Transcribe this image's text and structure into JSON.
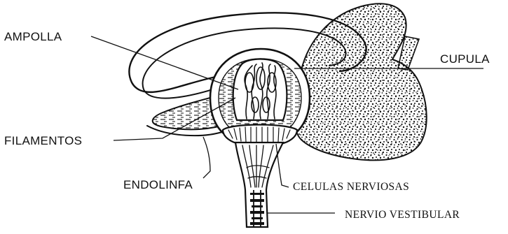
{
  "diagram": {
    "labels": {
      "ampolla": "AMPOLLA",
      "cupula": "CUPULA",
      "filamentos": "FILAMENTOS",
      "endolinfa": "ENDOLINFA",
      "celulas_nerviosas": "CELULAS NERVIOSAS",
      "nervio_vestibular": "NERVIO VESTIBULAR"
    },
    "ink_color": "#111111",
    "background": "#ffffff"
  }
}
